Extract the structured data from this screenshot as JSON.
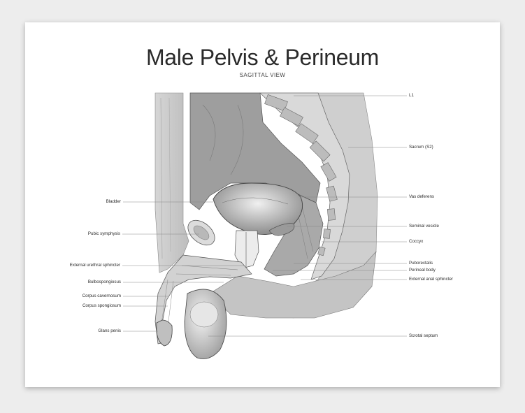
{
  "title": "Male Pelvis & Perineum",
  "subtitle": "SAGITTAL VIEW",
  "labels": {
    "l1": "L1",
    "sacrum": "Sacrum (S2)",
    "bladder": "Bladder",
    "vas_deferens": "Vas deferens",
    "pubic_symphysis": "Pubic symphysis",
    "seminal_vesicle": "Seminal vesicle",
    "coccyx": "Coccyx",
    "external_urethral_sphincter": "External urethral sphincter",
    "puborectalis": "Puborectalis",
    "perineal_body": "Perineal body",
    "external_anal_sphincter": "External anal sphincter",
    "bulbospongiosus": "Bulbospongiosus",
    "corpus_cavernosum": "Corpus cavernosum",
    "corpus_spongiosum": "Corpus spongiosum",
    "glans_penis": "Glans penis",
    "scrotal_septum": "Scrotal septum"
  }
}
